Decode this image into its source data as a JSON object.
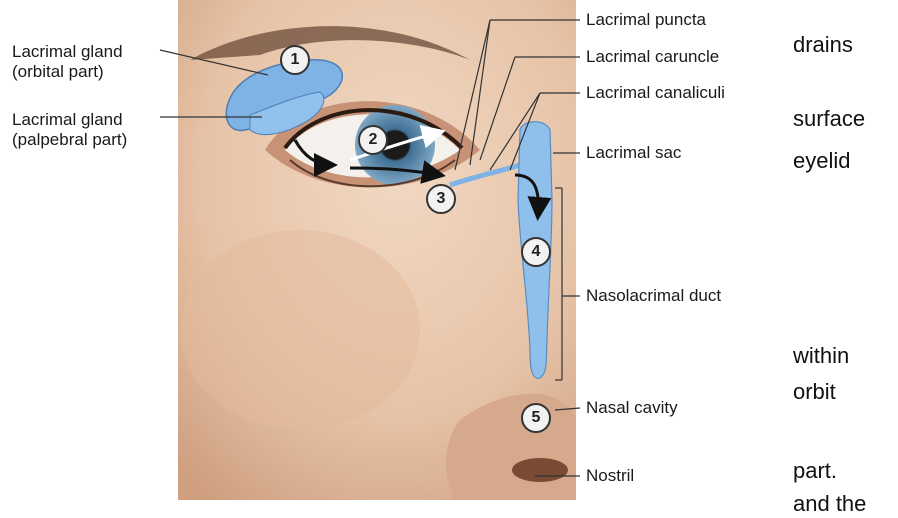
{
  "figure": {
    "labels_left": {
      "orbital": "Lacrimal gland\n(orbital part)",
      "palpebral": "Lacrimal gland\n(palpebral part)"
    },
    "labels_right": {
      "puncta": "Lacrimal puncta",
      "caruncle": "Lacrimal caruncle",
      "canaliculi": "Lacrimal canaliculi",
      "sac": "Lacrimal sac",
      "duct": "Nasolacrimal duct",
      "nasal_cavity": "Nasal cavity",
      "nostril": "Nostril"
    },
    "steps": [
      "1",
      "2",
      "3",
      "4",
      "5"
    ]
  },
  "side_text": [
    "drains",
    "surface",
    "eyelid",
    "within",
    "orbit",
    "part.",
    "and the"
  ],
  "colors": {
    "skin": "#e9cbb2",
    "skin_shadow": "#d4a88a",
    "gland_blue": "#7fb3e6",
    "iris": "#5d8fb3",
    "label_line": "#333333"
  }
}
